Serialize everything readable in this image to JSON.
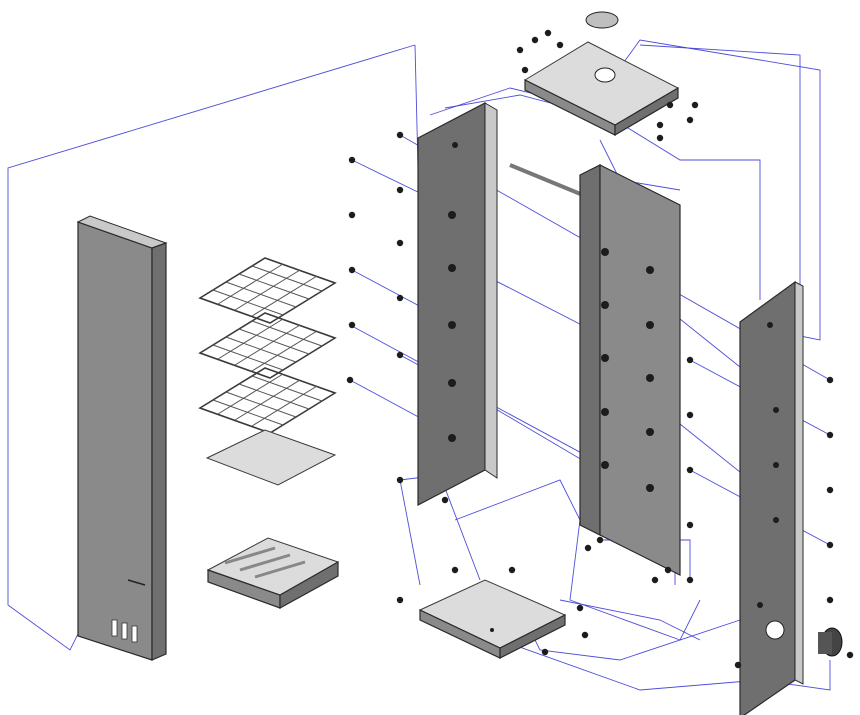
{
  "colors": {
    "background": "#ffffff",
    "panel_dark": "#6f6f6f",
    "panel_light": "#8a8a8a",
    "plate": "#dcdcdc",
    "assembly_line": "#3b3bd6",
    "fastener": "#1c1c1c"
  },
  "parts": [
    {
      "id": "front-door-panel",
      "icon": "door-panel"
    },
    {
      "id": "wire-rack",
      "count": 3,
      "icon": "grid-rack"
    },
    {
      "id": "flat-tray",
      "icon": "plate"
    },
    {
      "id": "drawer-pan",
      "icon": "open-box"
    },
    {
      "id": "left-side-panel",
      "icon": "tall-panel"
    },
    {
      "id": "middle-side-panel",
      "icon": "tall-panel"
    },
    {
      "id": "right-back-panel",
      "icon": "tall-panel"
    },
    {
      "id": "top-cover",
      "icon": "top-plate"
    },
    {
      "id": "bottom-base",
      "icon": "base-tray"
    },
    {
      "id": "support-rod",
      "icon": "rod"
    },
    {
      "id": "side-knob",
      "icon": "cylinder"
    },
    {
      "id": "top-vent-cap",
      "icon": "oval-cap"
    }
  ]
}
